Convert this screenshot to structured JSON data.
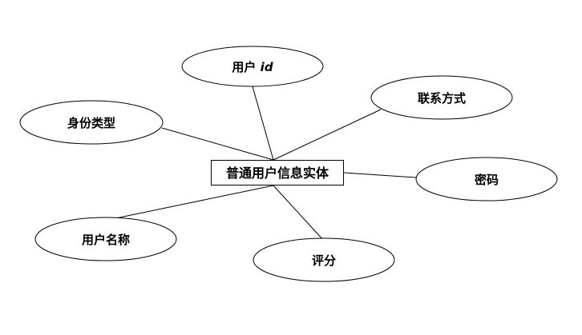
{
  "entity": {
    "label": "普通用户信息实体"
  },
  "attributes": {
    "user_id": {
      "label_cn": "用户",
      "label_en": "id"
    },
    "contact": {
      "label": "联系方式"
    },
    "identity_type": {
      "label": "身份类型"
    },
    "password": {
      "label": "密码"
    },
    "username": {
      "label": "用户名称"
    },
    "rating": {
      "label": "评分"
    }
  }
}
